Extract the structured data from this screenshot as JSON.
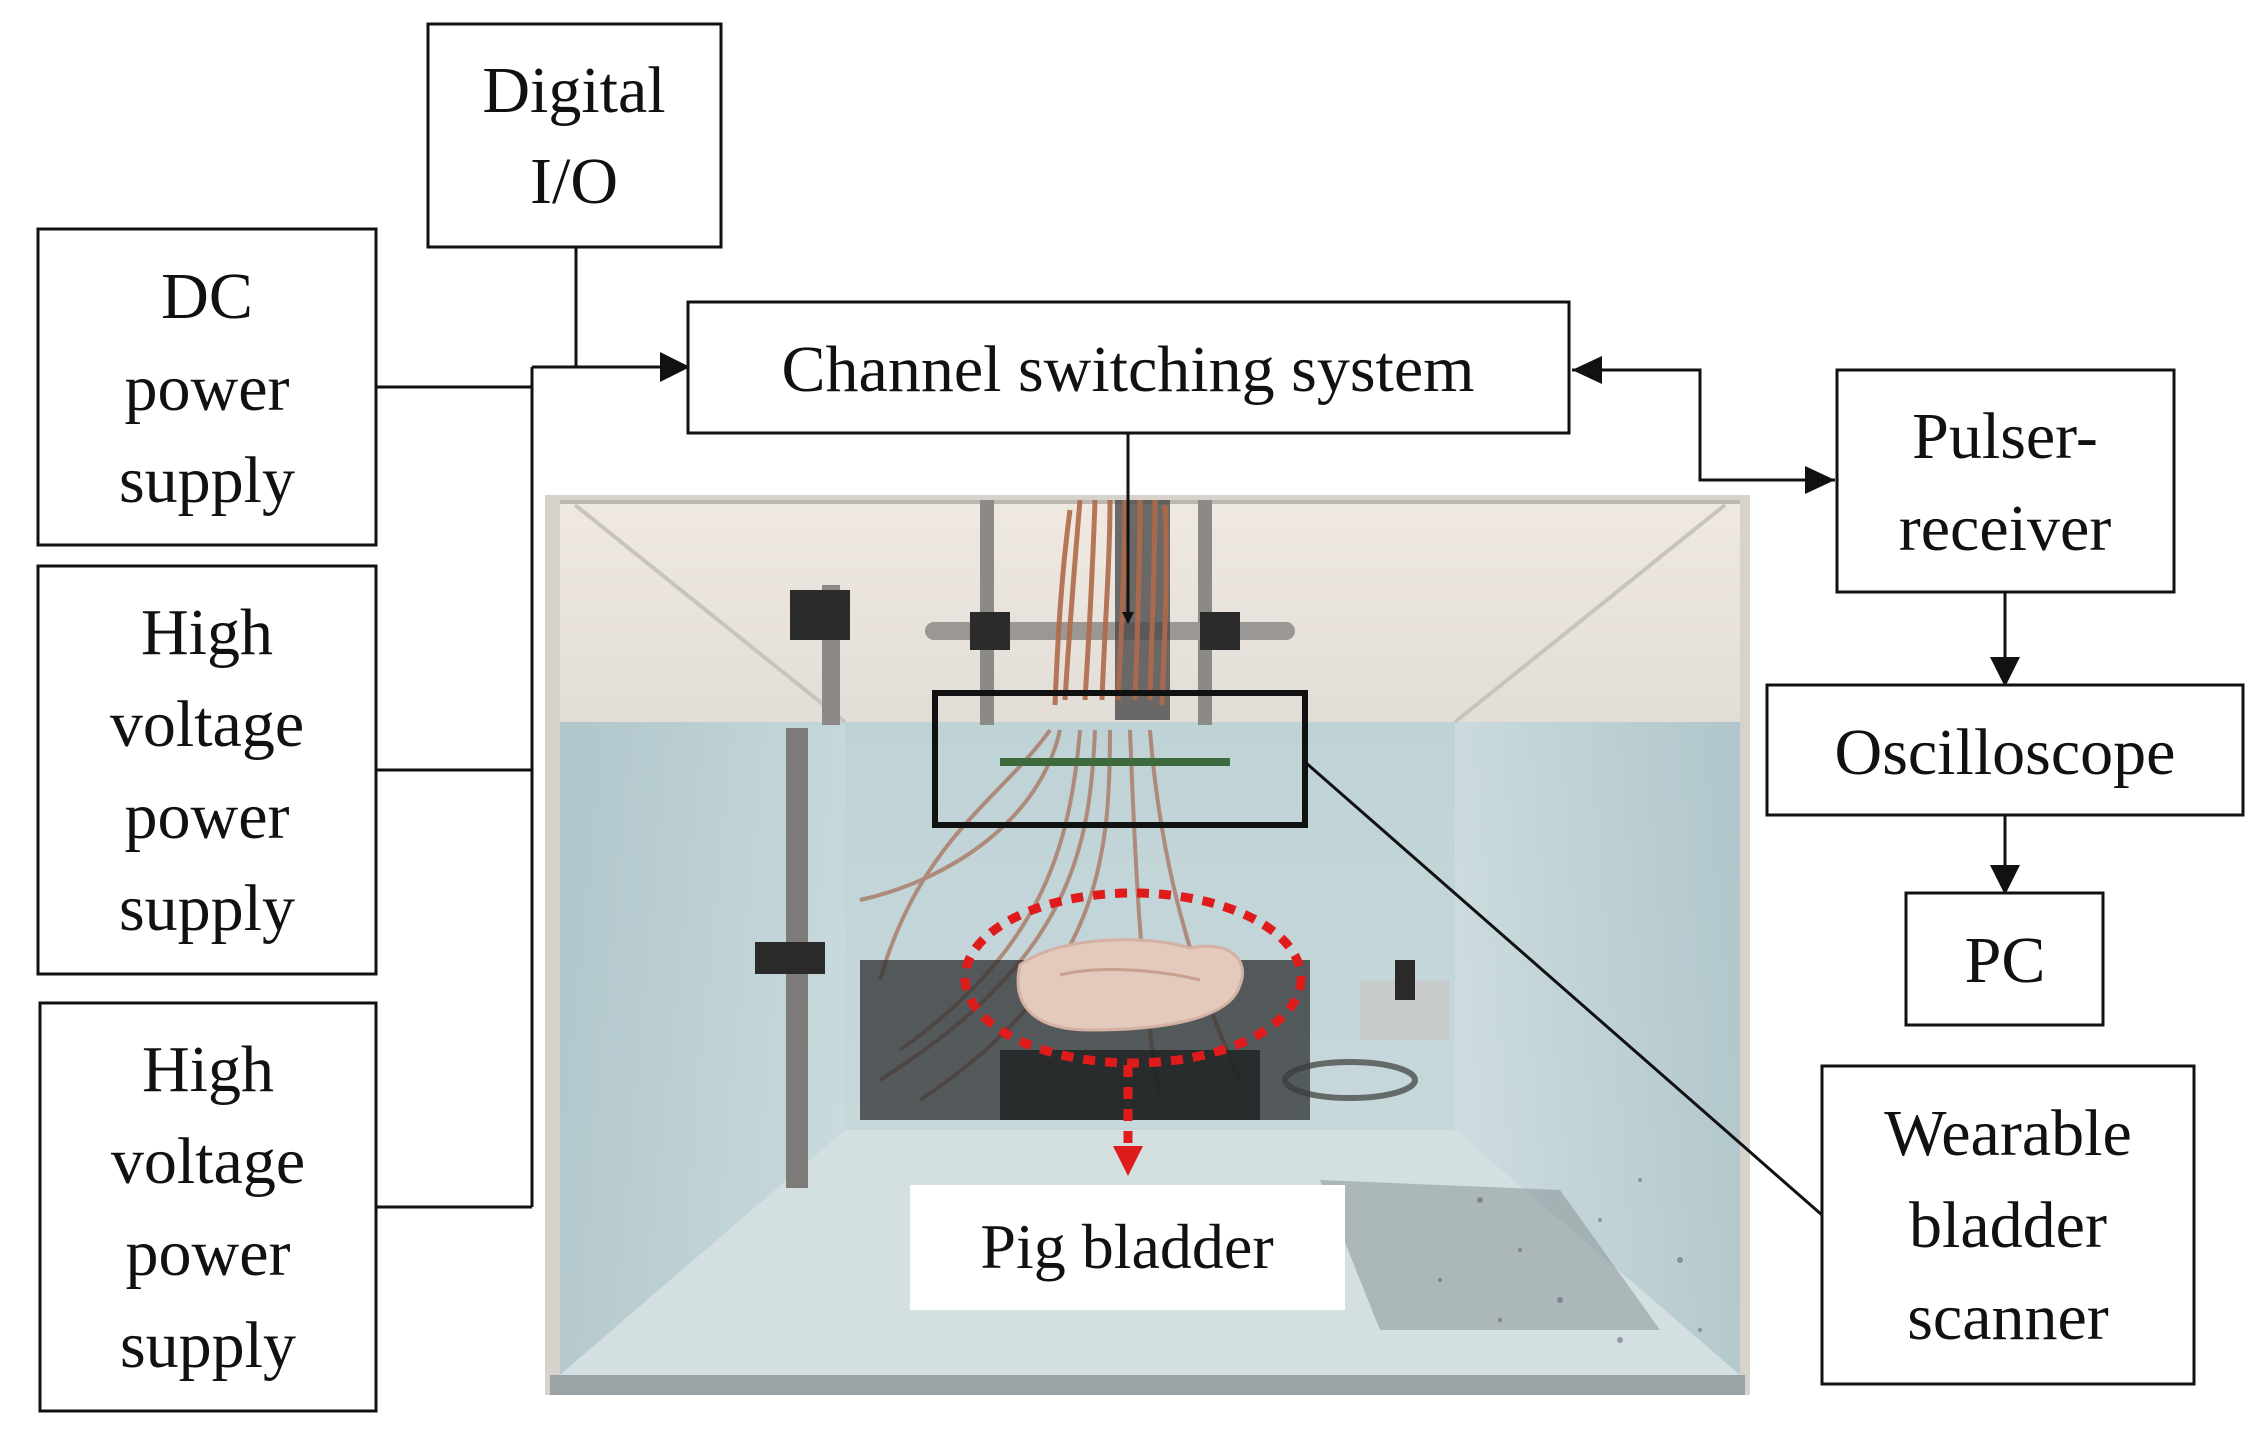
{
  "boxes": {
    "digital_io": {
      "lines": [
        "Digital",
        "I/O"
      ]
    },
    "dc_power": {
      "lines": [
        "DC",
        "power",
        "supply"
      ]
    },
    "hv_power_1": {
      "lines": [
        "High",
        "voltage",
        "power",
        "supply"
      ]
    },
    "hv_power_2": {
      "lines": [
        "High",
        "voltage",
        "power",
        "supply"
      ]
    },
    "channel_switching": {
      "lines": [
        "Channel switching system"
      ]
    },
    "pulser_receiver": {
      "lines": [
        "Pulser-",
        "receiver"
      ]
    },
    "oscilloscope": {
      "lines": [
        "Oscilloscope"
      ]
    },
    "pc": {
      "lines": [
        "PC"
      ]
    },
    "wearable_scanner": {
      "lines": [
        "Wearable",
        "bladder",
        "scanner"
      ]
    }
  },
  "photo": {
    "label": "Pig bladder"
  },
  "colors": {
    "line": "#111111",
    "highlight_dotted": "#e01b1b",
    "water": "#c9d9dc",
    "tank_upper": "#e6e2dc"
  }
}
